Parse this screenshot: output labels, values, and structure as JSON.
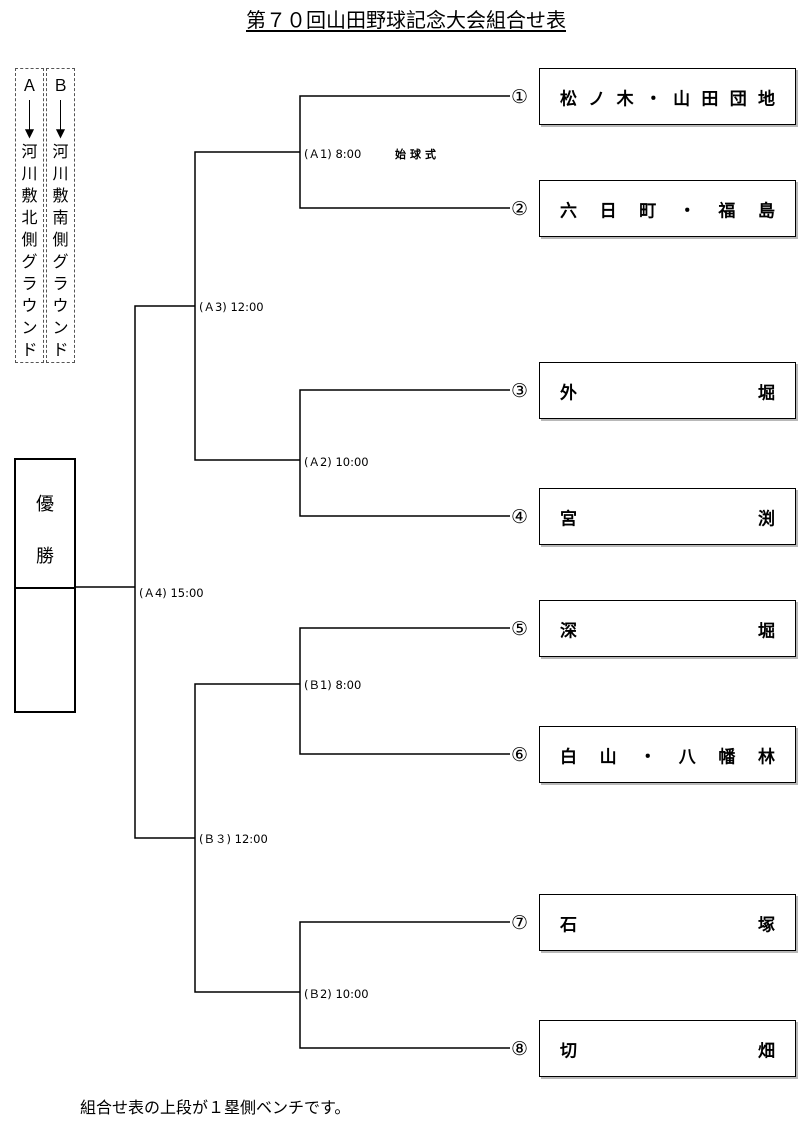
{
  "title": "第７０回山田野球記念大会組合せ表",
  "grounds": {
    "a": {
      "letter": "Ａ",
      "chars": [
        "河",
        "川",
        "敷",
        "北",
        "側",
        "グ",
        "ラ",
        "ウ",
        "ン",
        "ド"
      ]
    },
    "b": {
      "letter": "Ｂ",
      "chars": [
        "河",
        "川",
        "敷",
        "南",
        "側",
        "グ",
        "ラ",
        "ウ",
        "ン",
        "ド"
      ]
    }
  },
  "winner": {
    "line1": "優",
    "line2": "勝"
  },
  "games": {
    "a1": "(Ａ1) 8:00",
    "a1_note": "始球式",
    "a2": "(Ａ2) 10:00",
    "a3": "(Ａ3) 12:00",
    "a4": "(Ａ4) 15:00",
    "b1": "(Ｂ1) 8:00",
    "b2": "(Ｂ2) 10:00",
    "b3": "(Ｂ３) 12:00"
  },
  "teams": [
    {
      "num": "①",
      "chars": [
        "松",
        "ノ",
        "木",
        "・",
        "山",
        "田",
        "団",
        "地"
      ]
    },
    {
      "num": "②",
      "chars": [
        "六",
        "日",
        "町",
        "・",
        "福",
        "島"
      ]
    },
    {
      "num": "③",
      "chars": [
        "外",
        "堀"
      ]
    },
    {
      "num": "④",
      "chars": [
        "宮",
        "渕"
      ]
    },
    {
      "num": "⑤",
      "chars": [
        "深",
        "堀"
      ]
    },
    {
      "num": "⑥",
      "chars": [
        "白",
        "山",
        "・",
        "八",
        "幡",
        "林"
      ]
    },
    {
      "num": "⑦",
      "chars": [
        "石",
        "塚"
      ]
    },
    {
      "num": "⑧",
      "chars": [
        "切",
        "畑"
      ]
    }
  ],
  "note": "組合せ表の上段が１塁側ベンチです。"
}
